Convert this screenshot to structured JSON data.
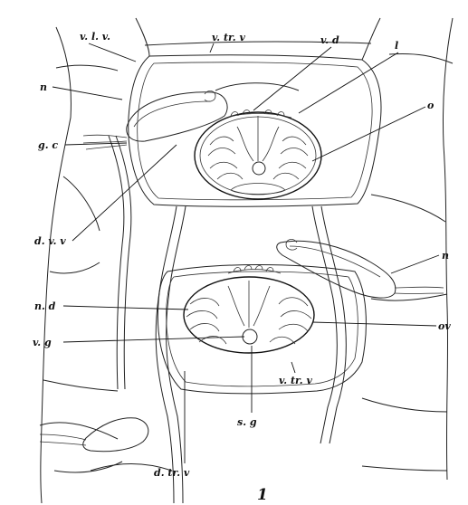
{
  "labels": {
    "v_tr_v": "v. tr. v",
    "v_l_v": "v. l. v.",
    "v_d_top": "v. d",
    "l": "l",
    "n_left": "n",
    "o_top": "o",
    "g_c": "g. c",
    "d_v_v": "d. v. v",
    "n_right": "n",
    "n_d": "n. d",
    "v_g": "v. g",
    "ov": "ov",
    "v_tr_v_lower": "v. tr. v",
    "s_g": "s. g",
    "d_tr_v": "d. tr. v"
  },
  "figure_number": "1"
}
